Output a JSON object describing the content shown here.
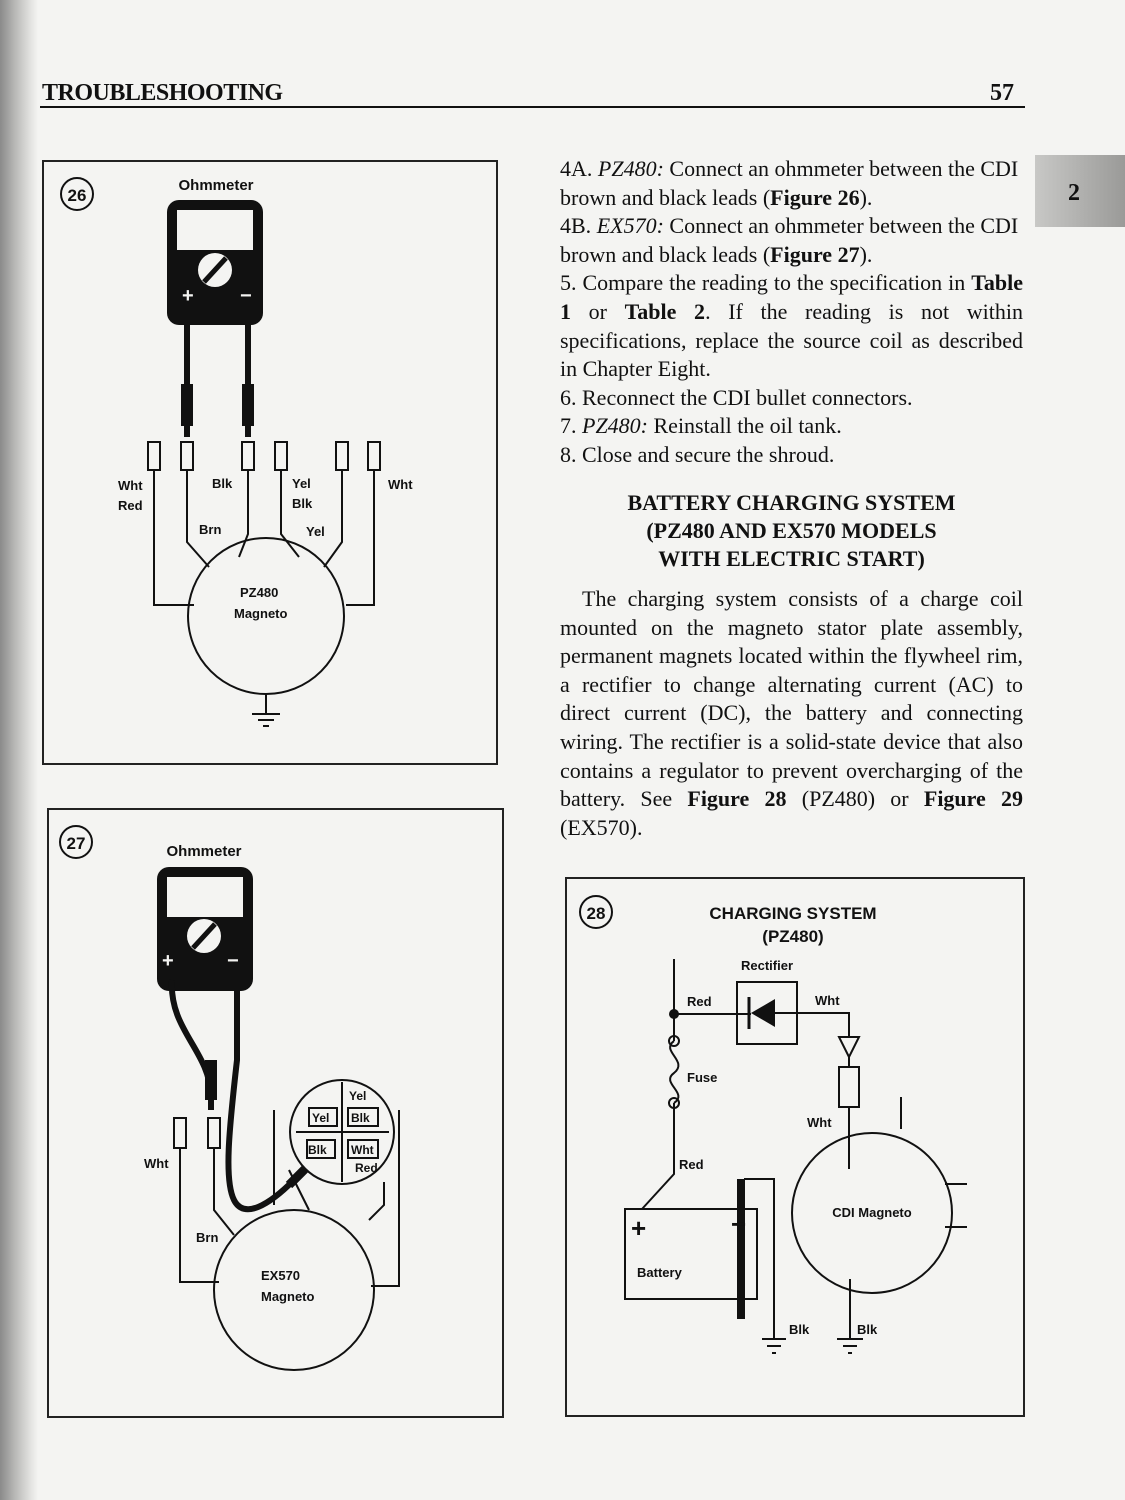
{
  "header": {
    "section": "TROUBLESHOOTING",
    "page_number": "57"
  },
  "chapter_tab": "2",
  "steps": [
    {
      "num": "4A.",
      "model": "PZ480:",
      "text": " Connect an ohmmeter between the CDI brown and black leads (",
      "fig": "Figure 26",
      "tail": ")."
    },
    {
      "num": "4B.",
      "model": "EX570:",
      "text": " Connect an ohmmeter between the CDI brown and black leads (",
      "fig": "Figure 27",
      "tail": ")."
    },
    {
      "num": "5.",
      "pre": "Compare the reading to the specification in ",
      "t1": "Table 1",
      "mid": " or ",
      "t2": "Table 2",
      "post": ". If the reading is not within specifications, replace the source coil as described in Chapter Eight."
    },
    {
      "num": "6.",
      "text": "Reconnect the CDI bullet connectors."
    },
    {
      "num": "7.",
      "model": "PZ480:",
      "text": " Reinstall the oil tank."
    },
    {
      "num": "8.",
      "text": "Close and secure the shroud."
    }
  ],
  "section_heading": [
    "BATTERY CHARGING SYSTEM",
    "(PZ480 AND EX570 MODELS",
    "WITH ELECTRIC START)"
  ],
  "paragraph": {
    "a": "The charging system consists of a charge coil mounted on the magneto stator plate assembly, permanent magnets located within the flywheel rim, a rectifier to change alternating current (AC) to direct current (DC), the battery and connecting wiring. The rectifier is a solid-state device that also contains a regulator to prevent overcharging of the battery. See ",
    "fig28": "Figure 28",
    "b": " (PZ480) or ",
    "fig29": "Figure 29",
    "c": " (EX570)."
  },
  "fig26": {
    "number": "26",
    "meter": "Ohmmeter",
    "plus": "+",
    "minus": "−",
    "labels": {
      "wht_left": "Wht",
      "red_left": "Red",
      "blk": "Blk",
      "yel_top": "Yel",
      "blk_right": "Blk",
      "wht_right": "Wht",
      "brn": "Brn",
      "yel_bottom": "Yel"
    },
    "magneto": [
      "PZ480",
      "Magneto"
    ]
  },
  "fig27": {
    "number": "27",
    "meter": "Ohmmeter",
    "plus": "+",
    "minus": "−",
    "labels": {
      "wht": "Wht",
      "brn": "Brn",
      "yel_outer": "Yel",
      "yel": "Yel",
      "blk_top": "Blk",
      "blk": "Blk",
      "wht_right": "Wht",
      "red": "Red"
    },
    "magneto": [
      "EX570",
      "Magneto"
    ]
  },
  "fig28": {
    "number": "28",
    "title": [
      "CHARGING SYSTEM",
      "(PZ480)"
    ],
    "labels": {
      "rectifier": "Rectifier",
      "red_top": "Red",
      "wht_top": "Wht",
      "fuse": "Fuse",
      "wht_mid": "Wht",
      "red_mid": "Red",
      "battery": "Battery",
      "plus": "+",
      "minus": "−",
      "blk_left": "Blk",
      "blk_right": "Blk"
    },
    "magneto": "CDI Magneto"
  }
}
